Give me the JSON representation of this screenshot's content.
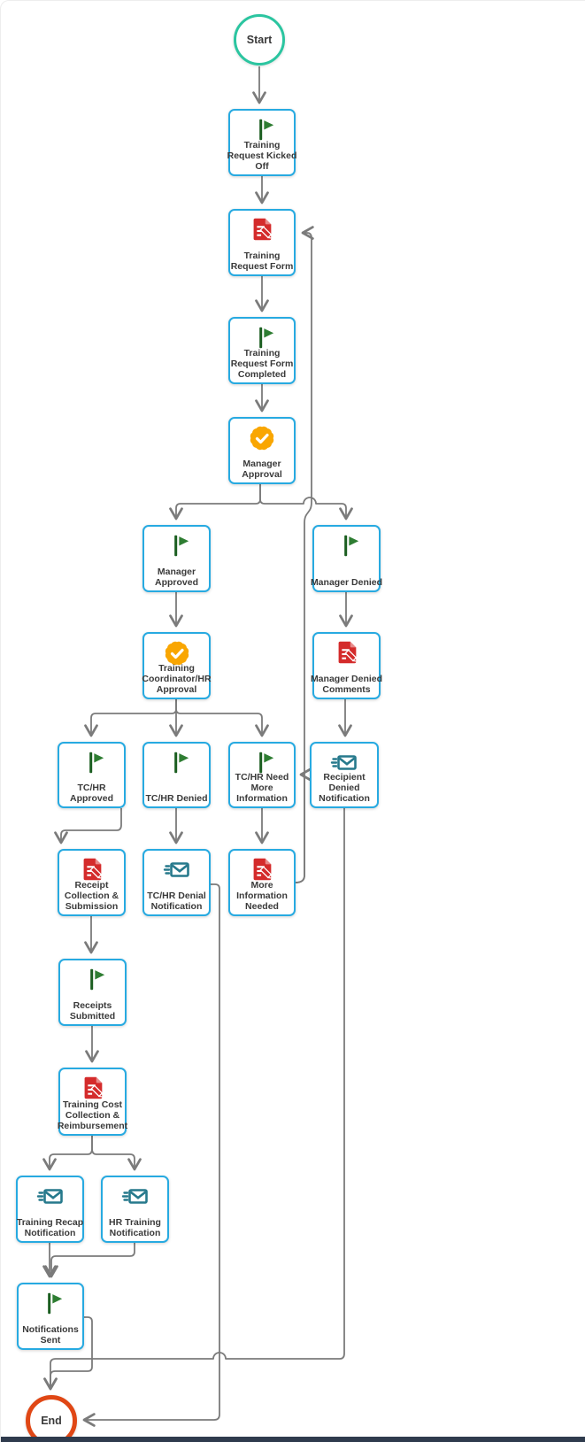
{
  "diagram": {
    "start_label": "Start",
    "end_label": "End",
    "nodes": [
      {
        "id": "training-request-kicked-off",
        "label": "Training Request Kicked Off",
        "icon": "flag-icon"
      },
      {
        "id": "training-request-form",
        "label": "Training Request Form",
        "icon": "form-icon"
      },
      {
        "id": "training-request-form-completed",
        "label": "Training Request Form Completed",
        "icon": "flag-icon"
      },
      {
        "id": "manager-approval",
        "label": "Manager Approval",
        "icon": "approval-seal-icon"
      },
      {
        "id": "manager-approved",
        "label": "Manager Approved",
        "icon": "flag-icon"
      },
      {
        "id": "manager-denied",
        "label": "Manager Denied",
        "icon": "flag-icon"
      },
      {
        "id": "training-coordinator-hr-approval",
        "label": "Training Coordinator/HR Approval",
        "icon": "approval-seal-icon"
      },
      {
        "id": "manager-denied-comments",
        "label": "Manager Denied Comments",
        "icon": "form-icon"
      },
      {
        "id": "tc-hr-approved",
        "label": "TC/HR Approved",
        "icon": "flag-icon"
      },
      {
        "id": "tc-hr-denied",
        "label": "TC/HR Denied",
        "icon": "flag-icon"
      },
      {
        "id": "tc-hr-need-more-information",
        "label": "TC/HR Need More Information",
        "icon": "flag-icon"
      },
      {
        "id": "recipient-denied-notification",
        "label": "Recipient Denied Notification",
        "icon": "mail-icon"
      },
      {
        "id": "receipt-collection-submission",
        "label": "Receipt Collection & Submission",
        "icon": "form-icon"
      },
      {
        "id": "tc-hr-denial-notification",
        "label": "TC/HR Denial Notification",
        "icon": "mail-icon"
      },
      {
        "id": "more-information-needed",
        "label": "More Information Needed",
        "icon": "form-icon"
      },
      {
        "id": "receipts-submitted",
        "label": "Receipts Submitted",
        "icon": "flag-icon"
      },
      {
        "id": "training-cost-collection-reimbursement",
        "label": "Training Cost Collection & Reimbursement",
        "icon": "form-icon"
      },
      {
        "id": "training-recap-notification",
        "label": "Training Recap Notification",
        "icon": "mail-icon"
      },
      {
        "id": "hr-training-notification",
        "label": "HR Training Notification",
        "icon": "mail-icon"
      },
      {
        "id": "notifications-sent",
        "label": "Notifications Sent",
        "icon": "flag-icon"
      }
    ],
    "edges": [
      {
        "from": "start",
        "to": "training-request-kicked-off"
      },
      {
        "from": "training-request-kicked-off",
        "to": "training-request-form"
      },
      {
        "from": "training-request-form",
        "to": "training-request-form-completed"
      },
      {
        "from": "training-request-form-completed",
        "to": "manager-approval"
      },
      {
        "from": "manager-approval",
        "to": "manager-approved"
      },
      {
        "from": "manager-approval",
        "to": "manager-denied"
      },
      {
        "from": "manager-approved",
        "to": "training-coordinator-hr-approval"
      },
      {
        "from": "manager-denied",
        "to": "manager-denied-comments"
      },
      {
        "from": "training-coordinator-hr-approval",
        "to": "tc-hr-approved"
      },
      {
        "from": "training-coordinator-hr-approval",
        "to": "tc-hr-denied"
      },
      {
        "from": "training-coordinator-hr-approval",
        "to": "tc-hr-need-more-information"
      },
      {
        "from": "manager-denied-comments",
        "to": "recipient-denied-notification"
      },
      {
        "from": "tc-hr-approved",
        "to": "receipt-collection-submission"
      },
      {
        "from": "tc-hr-denied",
        "to": "tc-hr-denial-notification"
      },
      {
        "from": "tc-hr-need-more-information",
        "to": "more-information-needed"
      },
      {
        "from": "more-information-needed",
        "to": "tc-hr-need-more-information"
      },
      {
        "from": "more-information-needed",
        "to": "training-request-form"
      },
      {
        "from": "recipient-denied-notification",
        "to": "end"
      },
      {
        "from": "tc-hr-denial-notification",
        "to": "end"
      },
      {
        "from": "receipt-collection-submission",
        "to": "receipts-submitted"
      },
      {
        "from": "receipts-submitted",
        "to": "training-cost-collection-reimbursement"
      },
      {
        "from": "training-cost-collection-reimbursement",
        "to": "training-recap-notification"
      },
      {
        "from": "training-cost-collection-reimbursement",
        "to": "hr-training-notification"
      },
      {
        "from": "training-recap-notification",
        "to": "notifications-sent"
      },
      {
        "from": "hr-training-notification",
        "to": "notifications-sent"
      },
      {
        "from": "notifications-sent",
        "to": "end"
      }
    ]
  },
  "colors": {
    "node_border": "#27AAE1",
    "start_circle": "#2BC5A0",
    "end_circle": "#E04715",
    "connector": "#7B7B7B",
    "flag_green": "#2E7D32",
    "flag_pole_green": "#1B5E20",
    "seal_orange": "#F9A602",
    "form_red": "#D42B2B",
    "mail_teal": "#26798C",
    "label_text": "#3A3A3A",
    "bottom_bar": "#2F3B4D"
  }
}
